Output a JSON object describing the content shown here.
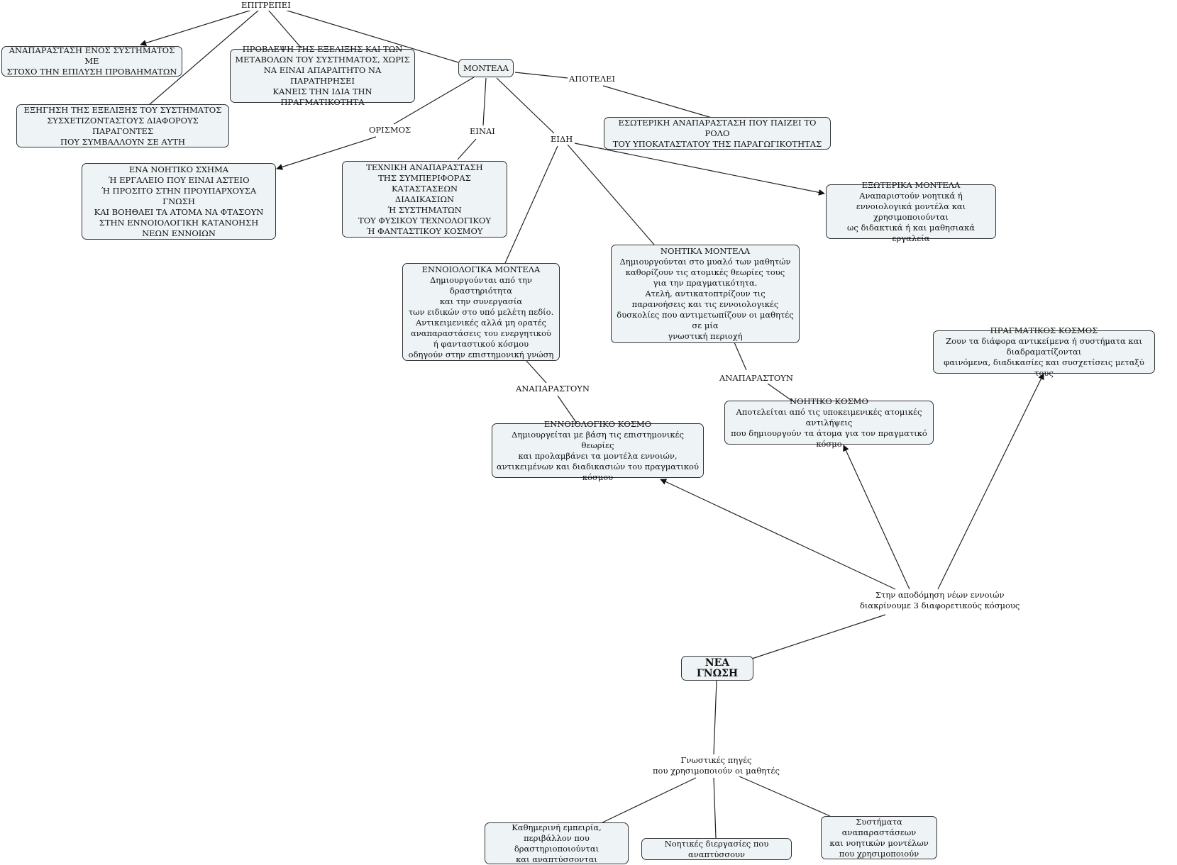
{
  "diagram": {
    "nodes": {
      "anaparastasi": "ΑΝΑΠΑΡΑΣΤΑΣΗ ΕΝΟΣ ΣΥΣΤΗΜΑΤΟΣ ΜΕ\nΣΤΟΧΟ ΤΗΝ ΕΠΙΛΥΣΗ ΠΡΟΒΛΗΜΑΤΩΝ",
      "provlepsi": "ΠΡΟΒΛΕΨΗ ΤΗΣ ΕΞΕΛΙΞΗΣ ΚΑΙ ΤΩΝ\nΜΕΤΑΒΟΛΩΝ ΤΟΥ ΣΥΣΤΗΜΑΤΟΣ, ΧΩΡΙΣ\nΝΑ ΕΙΝΑΙ ΑΠΑΡΑΙΤΗΤΟ ΝΑ ΠΑΡΑΤΗΡΗΣΕΙ\nΚΑΝΕΙΣ ΤΗΝ ΙΔΙΑ ΤΗΝ ΠΡΑΓΜΑΤΙΚΟΤΗΤΑ",
      "montela": "ΜΟΝΤΕΛΑ",
      "exigisi": "ΕΞΗΓΗΣΗ ΤΗΣ ΕΞΕΛΙΞΗΣ ΤΟΥ ΣΥΣΤΗΜΑΤΟΣ\nΣΥΣΧΕΤΙΖΟΝΤΑΣΤΟΥΣ ΔΙΑΦΟΡΟΥΣ ΠΑΡΑΓΟΝΤΕΣ\nΠΟΥ ΣΥΜΒΑΛΛΟΥΝ ΣΕ ΑΥΤΗ",
      "esoteriki": "ΕΣΩΤΕΡΙΚΗ ΑΝΑΠΑΡΑΣΤΑΣΗ ΠΟΥ ΠΑΙΖΕΙ ΤΟ ΡΟΛΟ\nΤΟΥ ΥΠΟΚΑΤΑΣΤΑΤΟΥ ΤΗΣ ΠΑΡΑΓΩΓΙΚΟΤΗΤΑΣ",
      "noitiko_sxima": "ΕΝΑ ΝΟΗΤΙΚΟ ΣΧΗΜΑ\nΉ ΕΡΓΑΛΕΙΟ ΠΟΥ ΕΙΝΑΙ ΑΣΤΕΙΟ\nΉ ΠΡΟΣΙΤΟ ΣΤΗΝ ΠΡΟΥΠΑΡΧΟΥΣΑ ΓΝΩΣΗ\nΚΑΙ ΒΟΗΘΑΕΙ ΤΑ ΑΤΟΜΑ ΝΑ ΦΤΑΣΟΥΝ\nΣΤΗΝ ΕΝΝΟΙΟΛΟΓΙΚΗ ΚΑΤΑΝΟΗΣΗ\nΝΕΩΝ ΕΝΝΟΙΩΝ",
      "texniki": "ΤΕΧΝΙΚΗ ΑΝΑΠΑΡΑΣΤΑΣΗ\nΤΗΣ ΣΥΜΠΕΡΙΦΟΡΑΣ ΚΑΤΑΣΤΑΣΕΩΝ\nΔΙΑΔΙΚΑΣΙΩΝ\nΉ ΣΥΣΤΗΜΑΤΩΝ\nΤΟΥ ΦΥΣΙΚΟΥ ΤΕΧΝΟΛΟΓΙΚΟΥ\nΉ ΦΑΝΤΑΣΤΙΚΟΥ ΚΟΣΜΟΥ",
      "exoterika": "ΕΞΩΤΕΡΙΚΑ ΜΟΝΤΕΛΑ\nΑναπαριστούν νοητικά ή\nεννοιολογικά μοντέλα και χρησιμοποιούνται\nως διδακτικά ή και μαθησιακά εργαλεία",
      "noitika": "ΝΟΗΤΙΚΑ ΜΟΝΤΕΛΑ\nΔημιουργούνται στο μυαλό των μαθητών\nκαθορίζουν τις ατομικές θεωρίες τους\nγια την πραγματικότητα.\nΑτελή, αντικατοπτρίζουν τις\nπαρανοήσεις και τις εννοιολογικές\nδυσκολίες που αντιμετωπίζουν οι μαθητές σε μία\nγνωστική περιοχή",
      "ennoiologika": "ΕΝΝΟΙΟΛΟΓΙΚΑ ΜΟΝΤΕΛΑ\nΔημιουργούνται από την δραστηριότητα\nκαι την συνεργασία\nτων ειδικών στο υπό μελέτη πεδίο.\nΑντικειμενικές αλλά μη ορατές\nαναπαραστάσεις του ενεργητικού\nή φανταστικού κόσμου\nοδηγούν στην επιστημονική γνώση",
      "pragmatikos": "ΠΡΑΓΜΑΤΙΚΟΣ ΚΟΣΜΟΣ\nΖουν τα διάφορα αντικείμενα ή συστήματα και διαδραματίζονται\nφαινόμενα, διαδικασίες και συσχετίσεις μεταξύ τους",
      "noitiko_kosmo": "ΝΟΗΤΙΚΟ ΚΟΣΜΟ\nΑποτελείται από τις υποκειμενικές ατομικές αντιλήψεις\nπου δημιουργούν τα άτομα για τον πραγματικό κόσμο",
      "ennoiologiko_kosmo": "ΕΝΝΟΙΟΛΟΓΙΚΟ ΚΟΣΜΟ\nΔημιουργείται με βάση τις επιστημονικές θεωρίες\nκαι προλαμβάνει τα μοντέλα εννοιών,\nαντικειμένων και διαδικασιών του πραγματικού κόσμου",
      "nea_gnosi": "ΝΕΑ ΓΝΩΣΗ",
      "kathimerini": "Καθημερινή εμπειρία,\nπεριβάλλον που δραστηριοποιούνται\nκαι αναπτύσσονται",
      "noitikes_diergasies": "Νοητικές διεργασίες που αναπτύσσουν",
      "systimata": "Συστήματα αναπαραστάσεων\nκαι νοητικών μοντέλων\nπου χρησιμοποιούν"
    },
    "labels": {
      "epitrepei": "ΕΠΙΤΡΕΠΕΙ",
      "apotelei": "ΑΠΟΤΕΛΕΙ",
      "orismos": "ΟΡΙΣΜΟΣ",
      "einai": "ΕΙΝΑΙ",
      "eidi": "ΕΙΔΗ",
      "anaparastoun_1": "ΑΝΑΠΑΡΑΣΤΟΥΝ",
      "anaparastoun_2": "ΑΝΑΠΑΡΑΣΤΟΥΝ",
      "stin_apodomisi": "Στην αποδόμηση νέων εννοιών\nδιακρίνουμε 3 διαφορετικούς κόσμους",
      "gnostikes_piges": "Γνωστικές πηγές\nπου χρησιμοποιούν οι μαθητές"
    }
  }
}
